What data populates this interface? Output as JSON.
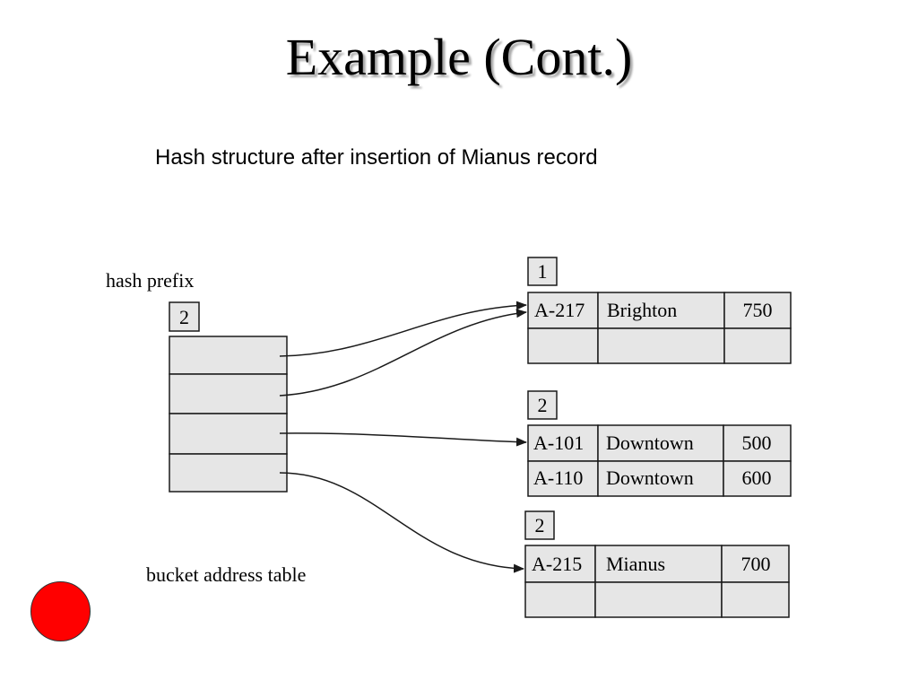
{
  "slide": {
    "title": "Example (Cont.)",
    "subtitle": "Hash structure after insertion of Mianus record"
  },
  "diagram": {
    "hash_prefix_label": "hash prefix",
    "global_depth": "2",
    "directory_label": "bucket address table",
    "buckets": [
      {
        "local_depth": "1",
        "records": [
          [
            "A-217",
            "Brighton",
            "750"
          ],
          [
            "",
            "",
            ""
          ]
        ]
      },
      {
        "local_depth": "2",
        "records": [
          [
            "A-101",
            "Downtown",
            "500"
          ],
          [
            "A-110",
            "Downtown",
            "600"
          ]
        ]
      },
      {
        "local_depth": "2",
        "records": [
          [
            "A-215",
            "Mianus",
            "700"
          ],
          [
            "",
            "",
            ""
          ]
        ]
      }
    ],
    "colors": {
      "cell_fill": "#e6e6e6",
      "stroke": "#1a1a1a",
      "marker": "#ff0000"
    }
  }
}
